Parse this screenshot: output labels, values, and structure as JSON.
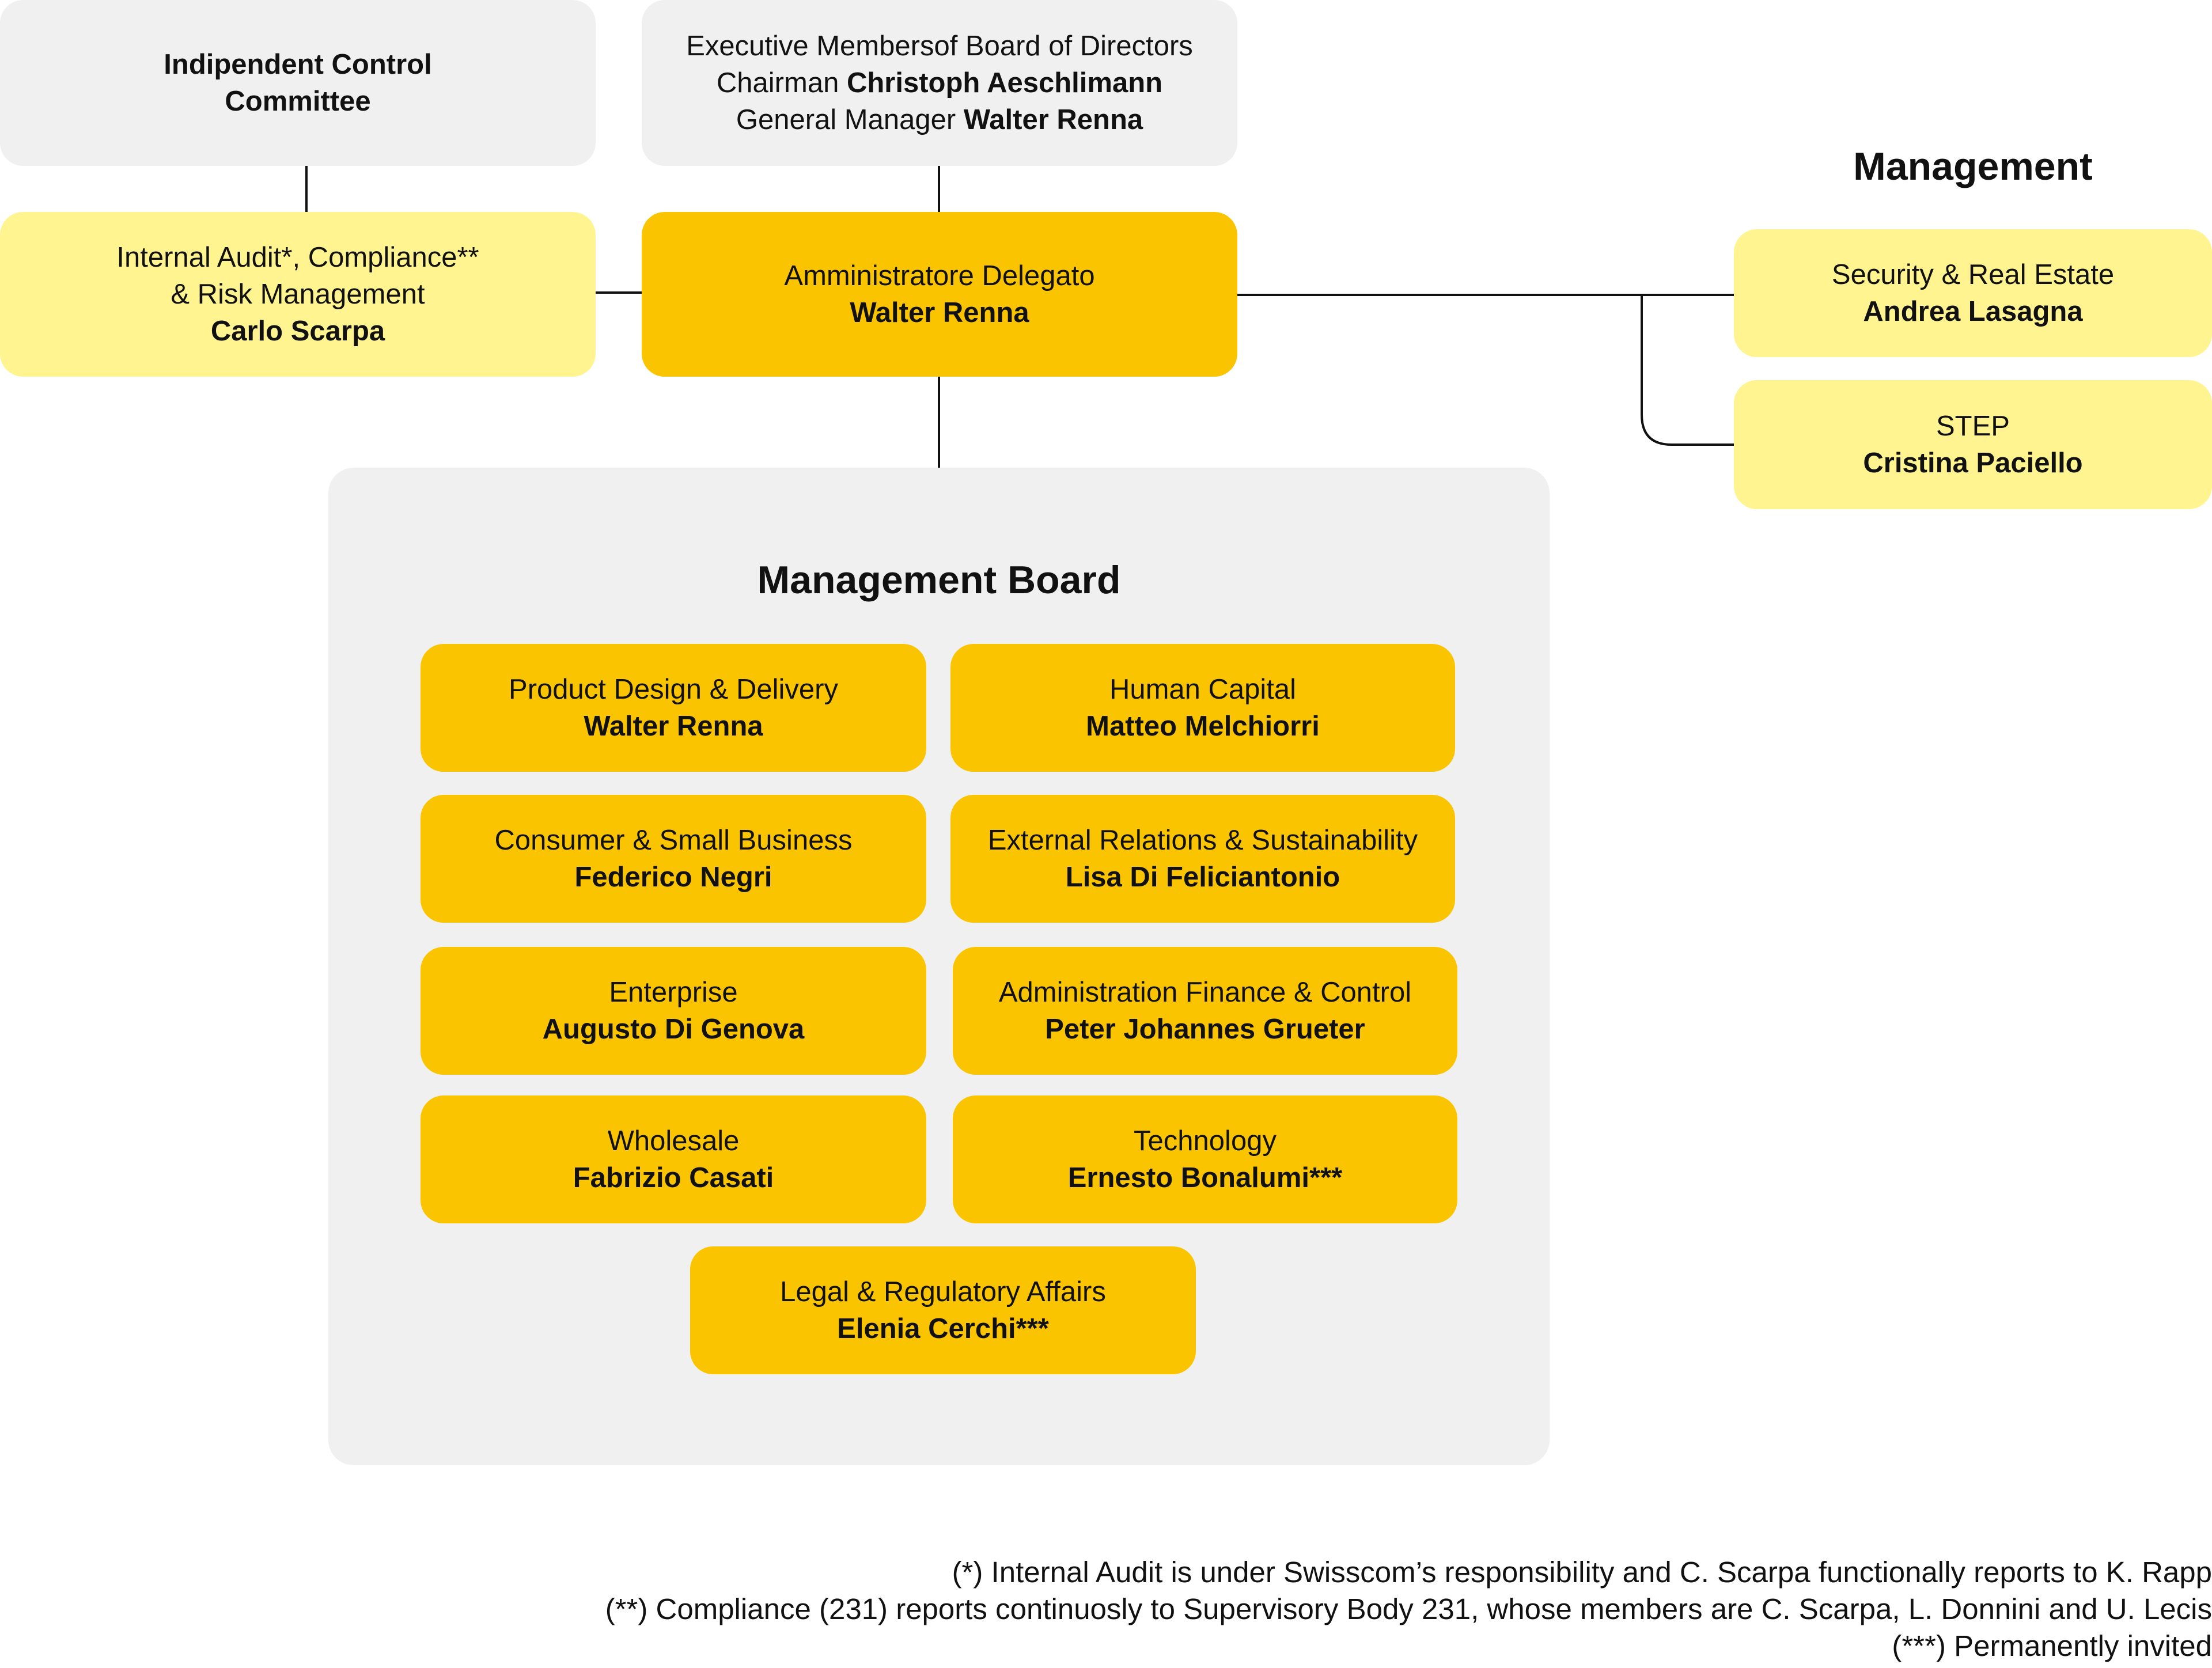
{
  "top": {
    "control_committee": {
      "line1": "Indipendent Control",
      "line2": "Committee"
    },
    "executive": {
      "line1": "Executive Membersof Board of Directors",
      "chairman_label": "Chairman",
      "chairman_name": "Christoph Aeschlimann",
      "gm_label": "General Manager",
      "gm_name": "Walter Renna"
    }
  },
  "audit": {
    "line1": "Internal Audit*, Compliance**",
    "line2": "& Risk Management",
    "name": "Carlo Scarpa"
  },
  "ceo": {
    "title": "Amministratore Delegato",
    "name": "Walter Renna"
  },
  "management": {
    "heading": "Management",
    "items": [
      {
        "title": "Security & Real Estate",
        "name": "Andrea Lasagna"
      },
      {
        "title": "STEP",
        "name": "Cristina Paciello"
      }
    ]
  },
  "board": {
    "heading": "Management Board",
    "units": [
      {
        "title": "Product Design & Delivery",
        "name": "Walter Renna"
      },
      {
        "title": "Human Capital",
        "name": "Matteo Melchiorri"
      },
      {
        "title": "Consumer & Small Business",
        "name": "Federico Negri"
      },
      {
        "title": "External Relations & Sustainability",
        "name": "Lisa Di Feliciantonio"
      },
      {
        "title": "Enterprise",
        "name": "Augusto Di Genova"
      },
      {
        "title": "Administration Finance & Control",
        "name": "Peter Johannes Grueter"
      },
      {
        "title": "Wholesale",
        "name": "Fabrizio Casati"
      },
      {
        "title": "Technology",
        "name": "Ernesto Bonalumi***"
      },
      {
        "title": "Legal & Regulatory Affairs",
        "name": "Elenia Cerchi***"
      }
    ]
  },
  "footnotes": [
    "(*)  Internal Audit is under Swisscom’s responsibility and C. Scarpa functionally reports to K. Rapp",
    "(**) Compliance (231) reports continuosly to Supervisory Body 231, whose members are C. Scarpa, L. Donnini and U. Lecis",
    "(***) Permanently invited"
  ],
  "colors": {
    "grey": "#f0f0f0",
    "light_yellow": "#fff48f",
    "gold": "#fac400",
    "line": "#111111"
  }
}
